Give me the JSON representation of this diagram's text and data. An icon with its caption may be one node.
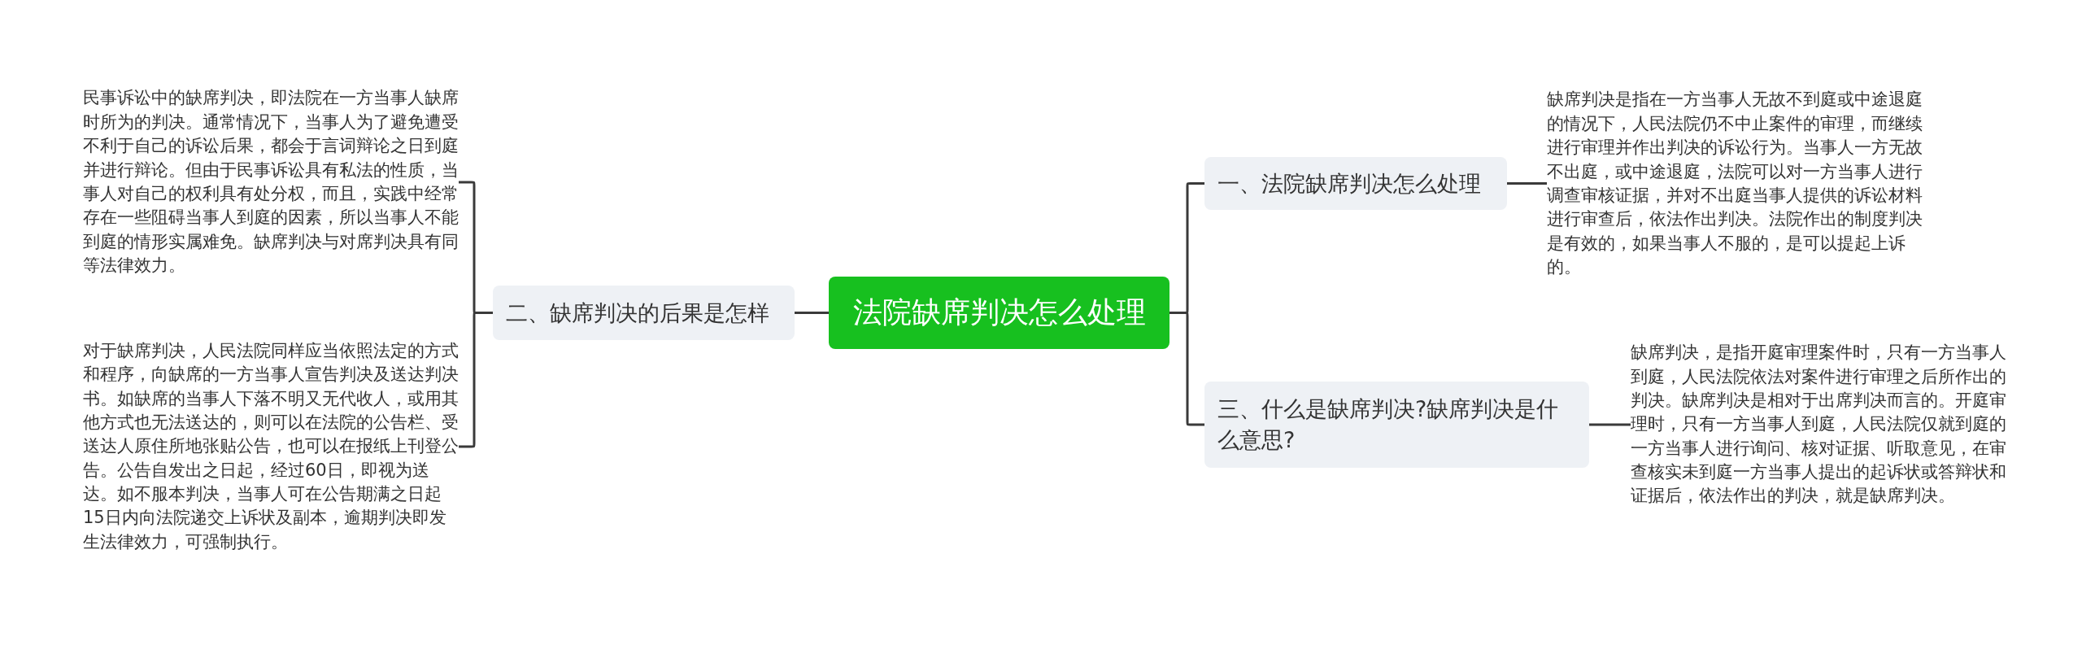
{
  "diagram": {
    "nodes": [
      {
        "text": [
          "法院缺席判决怎么处理"
        ]
      },
      {
        "text": [
          "一、法院缺席判决怎么处理"
        ]
      },
      {
        "text": [
          "缺席判决是指在一方当事人无故不到庭或中途退庭的情况下，人民法院仍不中止案件的审理，而继续进行审理并作出判决的诉讼行为。当事人一方无故不出庭，或中途退庭，法院可以对一方当事人进行调查审核证据，并对不出庭当事人提供的诉讼材料进行审查后，依法作出判决。法院作出的制度判决是有效的，如果当事人不服的，是可以提起上诉的。"
        ]
      },
      {
        "text": [
          "三、什么是缺席判决?缺席判决是什么意思?"
        ]
      },
      {
        "text": [
          "缺席判决，是指开庭审理案件时，只有一方当事人到庭，人民法院依法对案件进行审理之后所作出的判决。缺席判决是相对于出席判决而言的。开庭审理时，只有一方当事人到庭，人民法院仅就到庭的一方当事人进行询问、核对证据、听取意见，在审查核实未到庭一方当事人提出的起诉状或答辩状和证据后，依法作出的判决，就是缺席判决。"
        ]
      },
      {
        "text": [
          "二、缺席判决的后果是怎样"
        ]
      },
      {
        "text": [
          "民事诉讼中的缺席判决，即法院在一方当事人缺席时所为的判决。通常情况下，当事人为了避免遭受不利于自己的诉讼后果，都会于言词辩论之日到庭并进行辩论。但由于民事诉讼具有私法的性质，当事人对自己的权利具有处分权，而且，实践中经常存在一些阻碍当事人到庭的因素，所以当事人不能到庭的情形实属难免。缺席判决与对席判决具有同等法律效力。"
        ]
      },
      {
        "text": [
          "对于缺席判决，人民法院同样应当依照法定的方式和程序，向缺席的一方当事人宣告判决及送达判决书。如缺席的当事人下落不明又无代收人，或用其他方式也无法送达的，则可以在法院的公告栏、受送达人原住所地张贴公告，也可以在报纸上刊登公告。公告自发出之日起，经过60日，即视为送达。如不服本判决，当事人可在公告期满之日起15日内向法院递交上诉状及副本，逾期判决即发生法律效力，可强制执行。"
        ]
      }
    ],
    "edges": [
      {
        "from": 0,
        "to": 1,
        "arrow": "none"
      },
      {
        "from": 1,
        "to": 2,
        "arrow": "none"
      },
      {
        "from": 0,
        "to": 3,
        "arrow": "none"
      },
      {
        "from": 3,
        "to": 4,
        "arrow": "none"
      },
      {
        "from": 0,
        "to": 5,
        "arrow": "none"
      },
      {
        "from": 5,
        "to": 6,
        "arrow": "none"
      },
      {
        "from": 5,
        "to": 7,
        "arrow": "none"
      }
    ]
  }
}
